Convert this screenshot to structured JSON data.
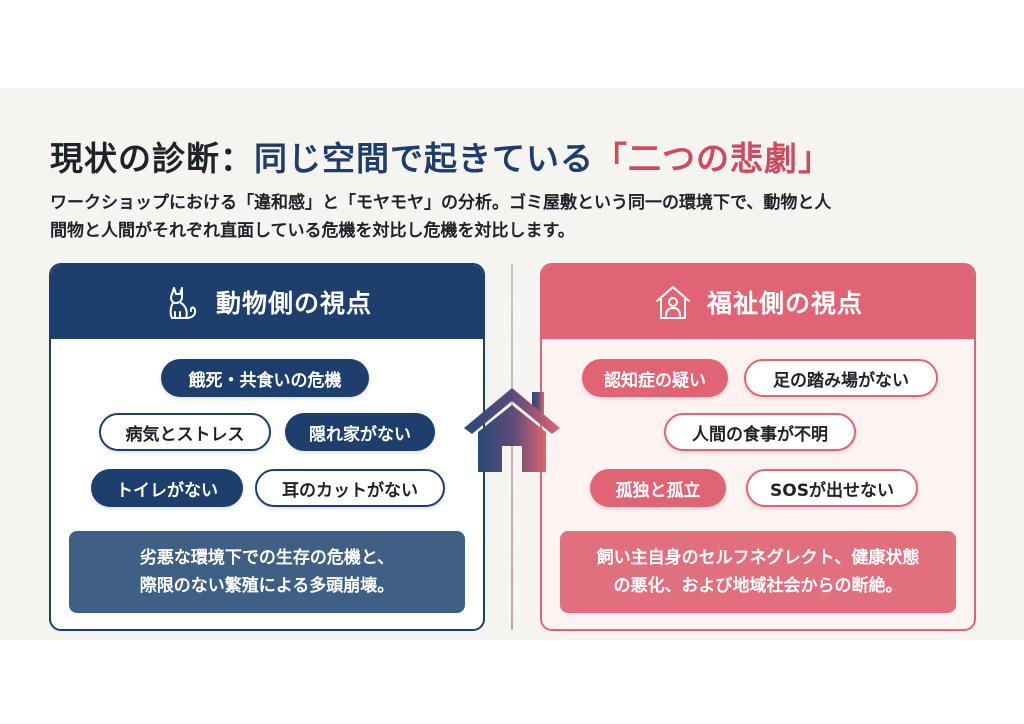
{
  "title": {
    "part1": "現状の診断：",
    "part2": "同じ空間で起きている",
    "part3": "「二つの悲劇」"
  },
  "subtitle": {
    "line1": "ワークショップにおける「違和感」と「モヤモヤ」の分析。ゴミ屋敷という同一の環境下で、動物と人",
    "line2": "間物と人間がそれぞれ直面している危機を対比し危機を対比します。"
  },
  "left_panel": {
    "header": "動物側の視点",
    "icon": "cat-icon",
    "items": [
      "餓死・共食いの危機",
      "病気とストレス",
      "隠れ家がない",
      "トイレがない",
      "耳のカットがない"
    ],
    "summary_line1": "劣悪な環境下での生存の危機と、",
    "summary_line2": "際限のない繁殖による多頭崩壊。"
  },
  "right_panel": {
    "header": "福祉側の視点",
    "icon": "person-house-icon",
    "items": [
      "認知症の疑い",
      "足の踏み場がない",
      "人間の食事が不明",
      "孤独と孤立",
      "SOSが出せない"
    ],
    "summary_line1": "飼い主自身のセルフネグレクト、健康状態",
    "summary_line2": "の悪化、および地域社会からの断絶。"
  },
  "center_icon": "house-icon",
  "colors": {
    "navy": "#1e3f6e",
    "pink": "#e06474",
    "title_accent": "#cf4a5d"
  }
}
